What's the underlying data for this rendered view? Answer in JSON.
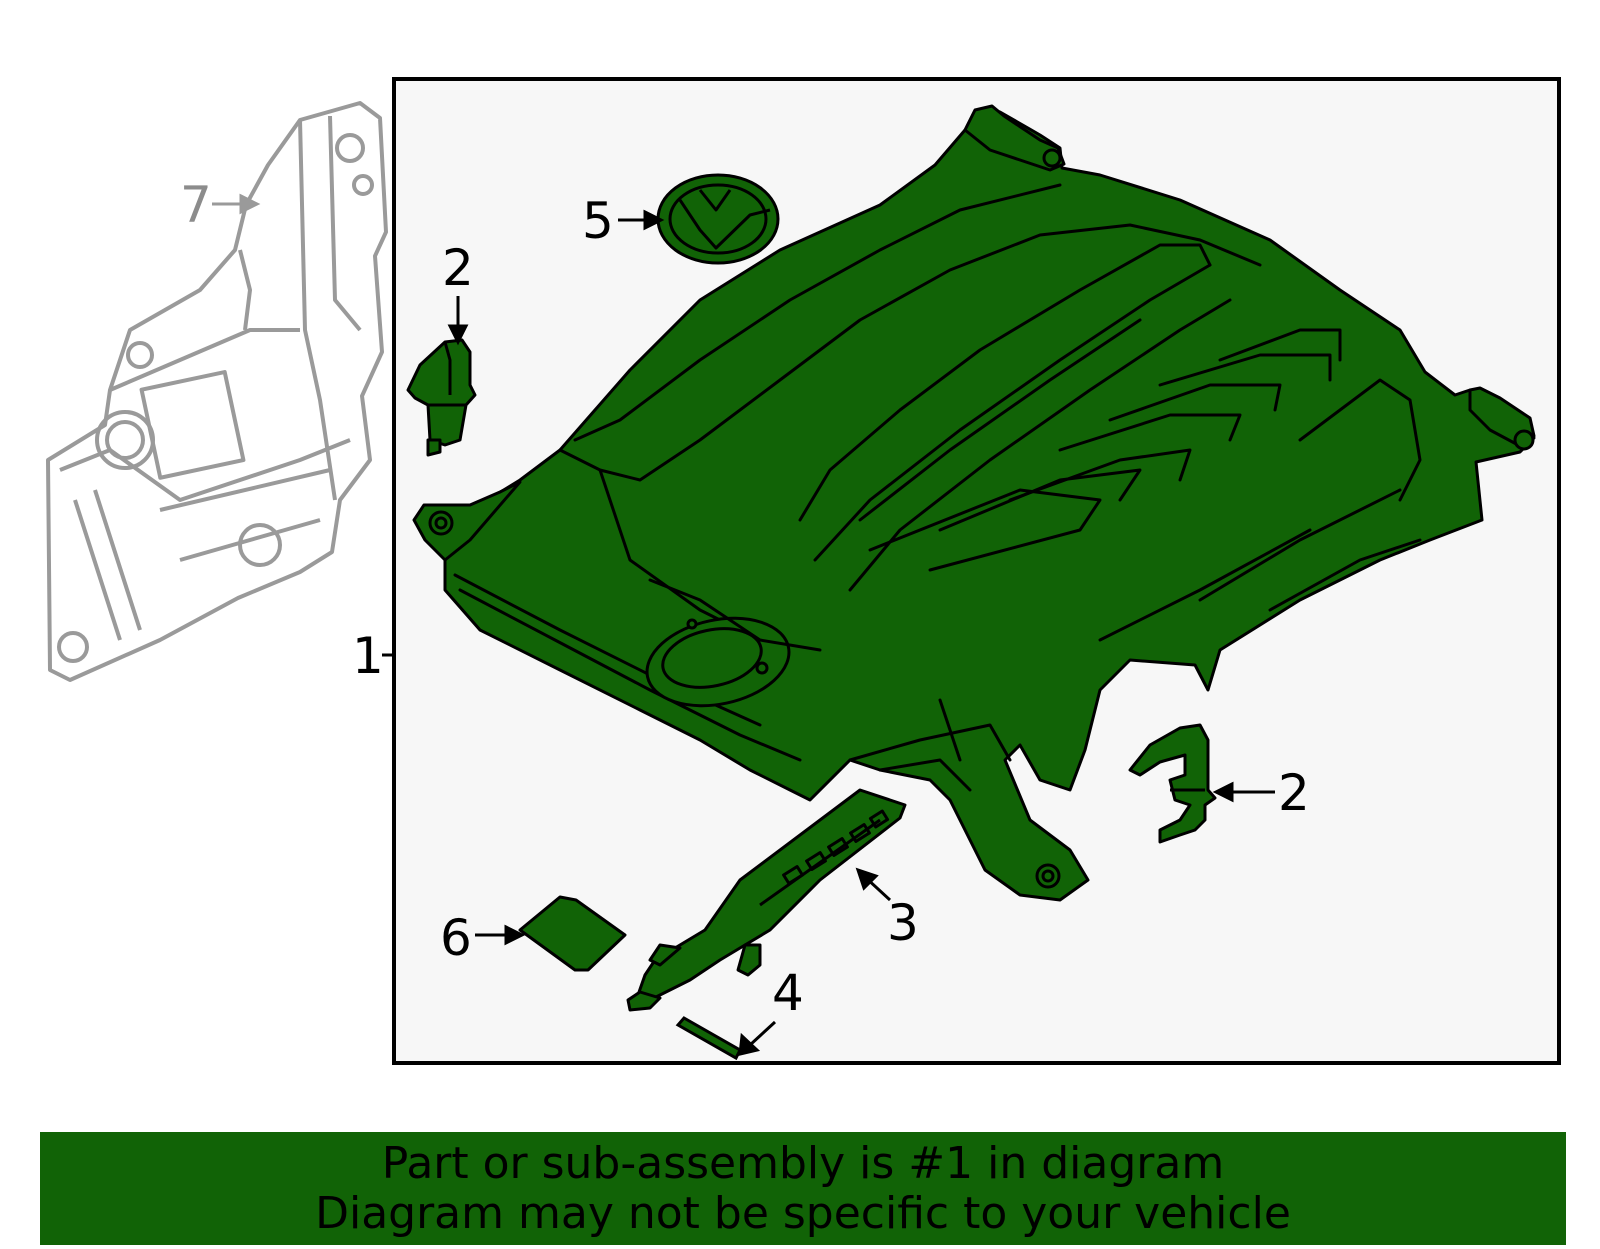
{
  "diagram": {
    "callouts": [
      {
        "id": "1",
        "label": "1"
      },
      {
        "id": "2a",
        "label": "2"
      },
      {
        "id": "2b",
        "label": "2"
      },
      {
        "id": "3",
        "label": "3"
      },
      {
        "id": "4",
        "label": "4"
      },
      {
        "id": "5",
        "label": "5"
      },
      {
        "id": "6",
        "label": "6"
      },
      {
        "id": "7",
        "label": "7"
      }
    ],
    "highlighted_part": "1",
    "colors": {
      "highlight_fill": "#116306",
      "outline": "#000000",
      "ghost_outline": "#9a9a9a",
      "frame_background": "#f7f7f7"
    }
  },
  "banner": {
    "line1": "Part or sub-assembly is #1 in diagram",
    "line2": "Diagram may not be specific to your vehicle",
    "color": "#116306"
  }
}
